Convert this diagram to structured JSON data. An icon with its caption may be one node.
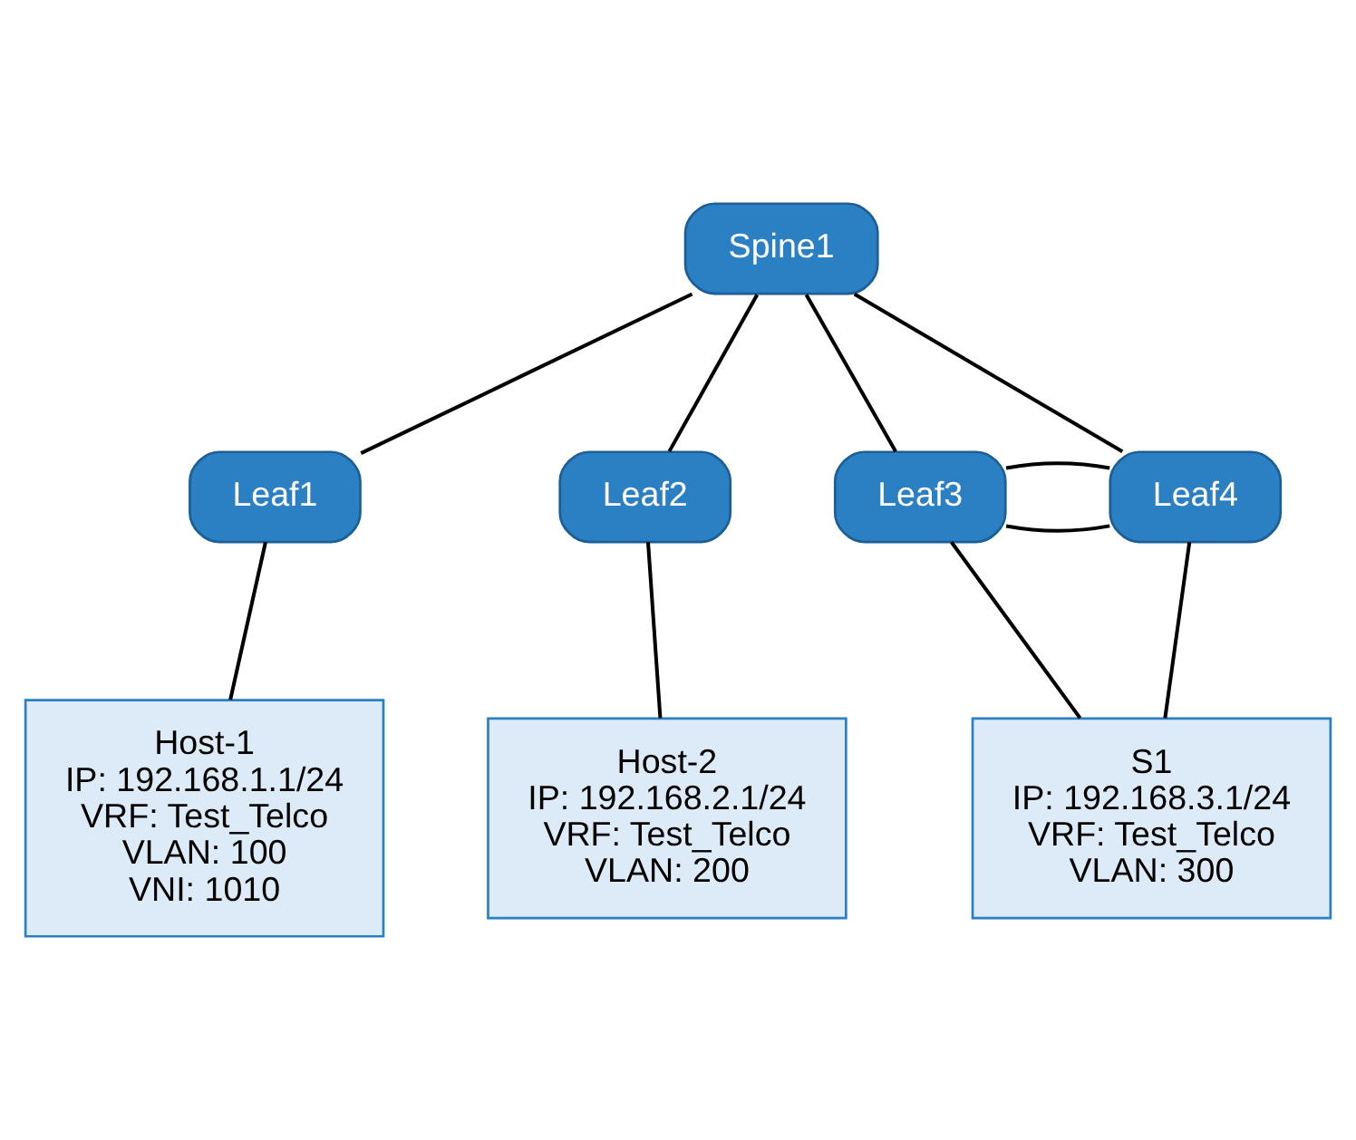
{
  "diagram": {
    "nodes": [
      {
        "text": [
          "Spine1"
        ]
      },
      {
        "text": [
          "Leaf1"
        ]
      },
      {
        "text": [
          "Leaf2"
        ]
      },
      {
        "text": [
          "Leaf3"
        ]
      },
      {
        "text": [
          "Leaf4"
        ]
      },
      {
        "text": [
          "Host-1",
          "IP: 192.168.1.1/24",
          "VRF: Test_Telco",
          "VLAN: 100",
          "VNI: 1010"
        ]
      },
      {
        "text": [
          "Host-2",
          "IP: 192.168.2.1/24",
          "VRF: Test_Telco",
          "VLAN: 200"
        ]
      },
      {
        "text": [
          "S1",
          "IP: 192.168.3.1/24",
          "VRF: Test_Telco",
          "VLAN: 300"
        ]
      }
    ],
    "edges": [
      {
        "from": 0,
        "to": 1,
        "arrow": "none"
      },
      {
        "from": 0,
        "to": 2,
        "arrow": "none"
      },
      {
        "from": 0,
        "to": 3,
        "arrow": "none"
      },
      {
        "from": 0,
        "to": 4,
        "arrow": "none"
      },
      {
        "from": 1,
        "to": 5,
        "arrow": "none"
      },
      {
        "from": 2,
        "to": 6,
        "arrow": "none"
      },
      {
        "from": 3,
        "to": 4,
        "arrow": "none"
      },
      {
        "from": 3,
        "to": 4,
        "arrow": "none"
      },
      {
        "from": 3,
        "to": 7,
        "arrow": "none"
      },
      {
        "from": 4,
        "to": 7,
        "arrow": "none"
      }
    ]
  }
}
